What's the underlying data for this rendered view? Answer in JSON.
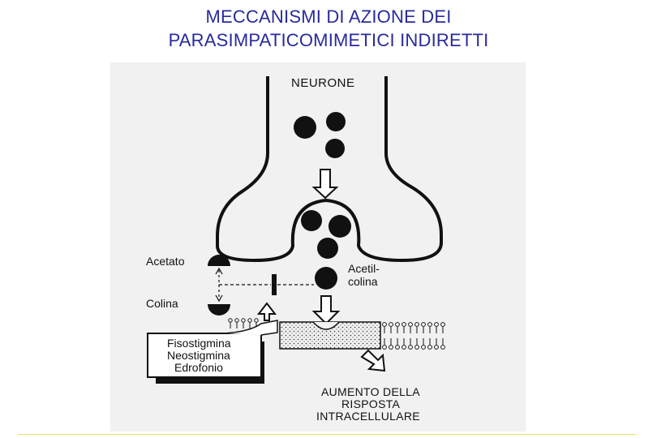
{
  "slide": {
    "title_line1": "MECCANISMI DI AZIONE DEI",
    "title_line2": "PARASIMPATICOMIMETICI INDIRETTI"
  },
  "diagram": {
    "neuron_label": "NEURONE",
    "acetate_label": "Acetato",
    "choline_label": "Colina",
    "acetylcholine_label_1": "Acetil-",
    "acetylcholine_label_2": "colina",
    "drugs": [
      "Fisostigmina",
      "Neostigmina",
      "Edrofonio"
    ],
    "result_lines": [
      "AUMENTO DELLA",
      "RISPOSTA",
      "INTRACELLULARE"
    ]
  },
  "colors": {
    "title": "#2a2a9a",
    "figure_background": "#f1f1f1",
    "ink": "#111111",
    "divider": "#e8e070"
  }
}
